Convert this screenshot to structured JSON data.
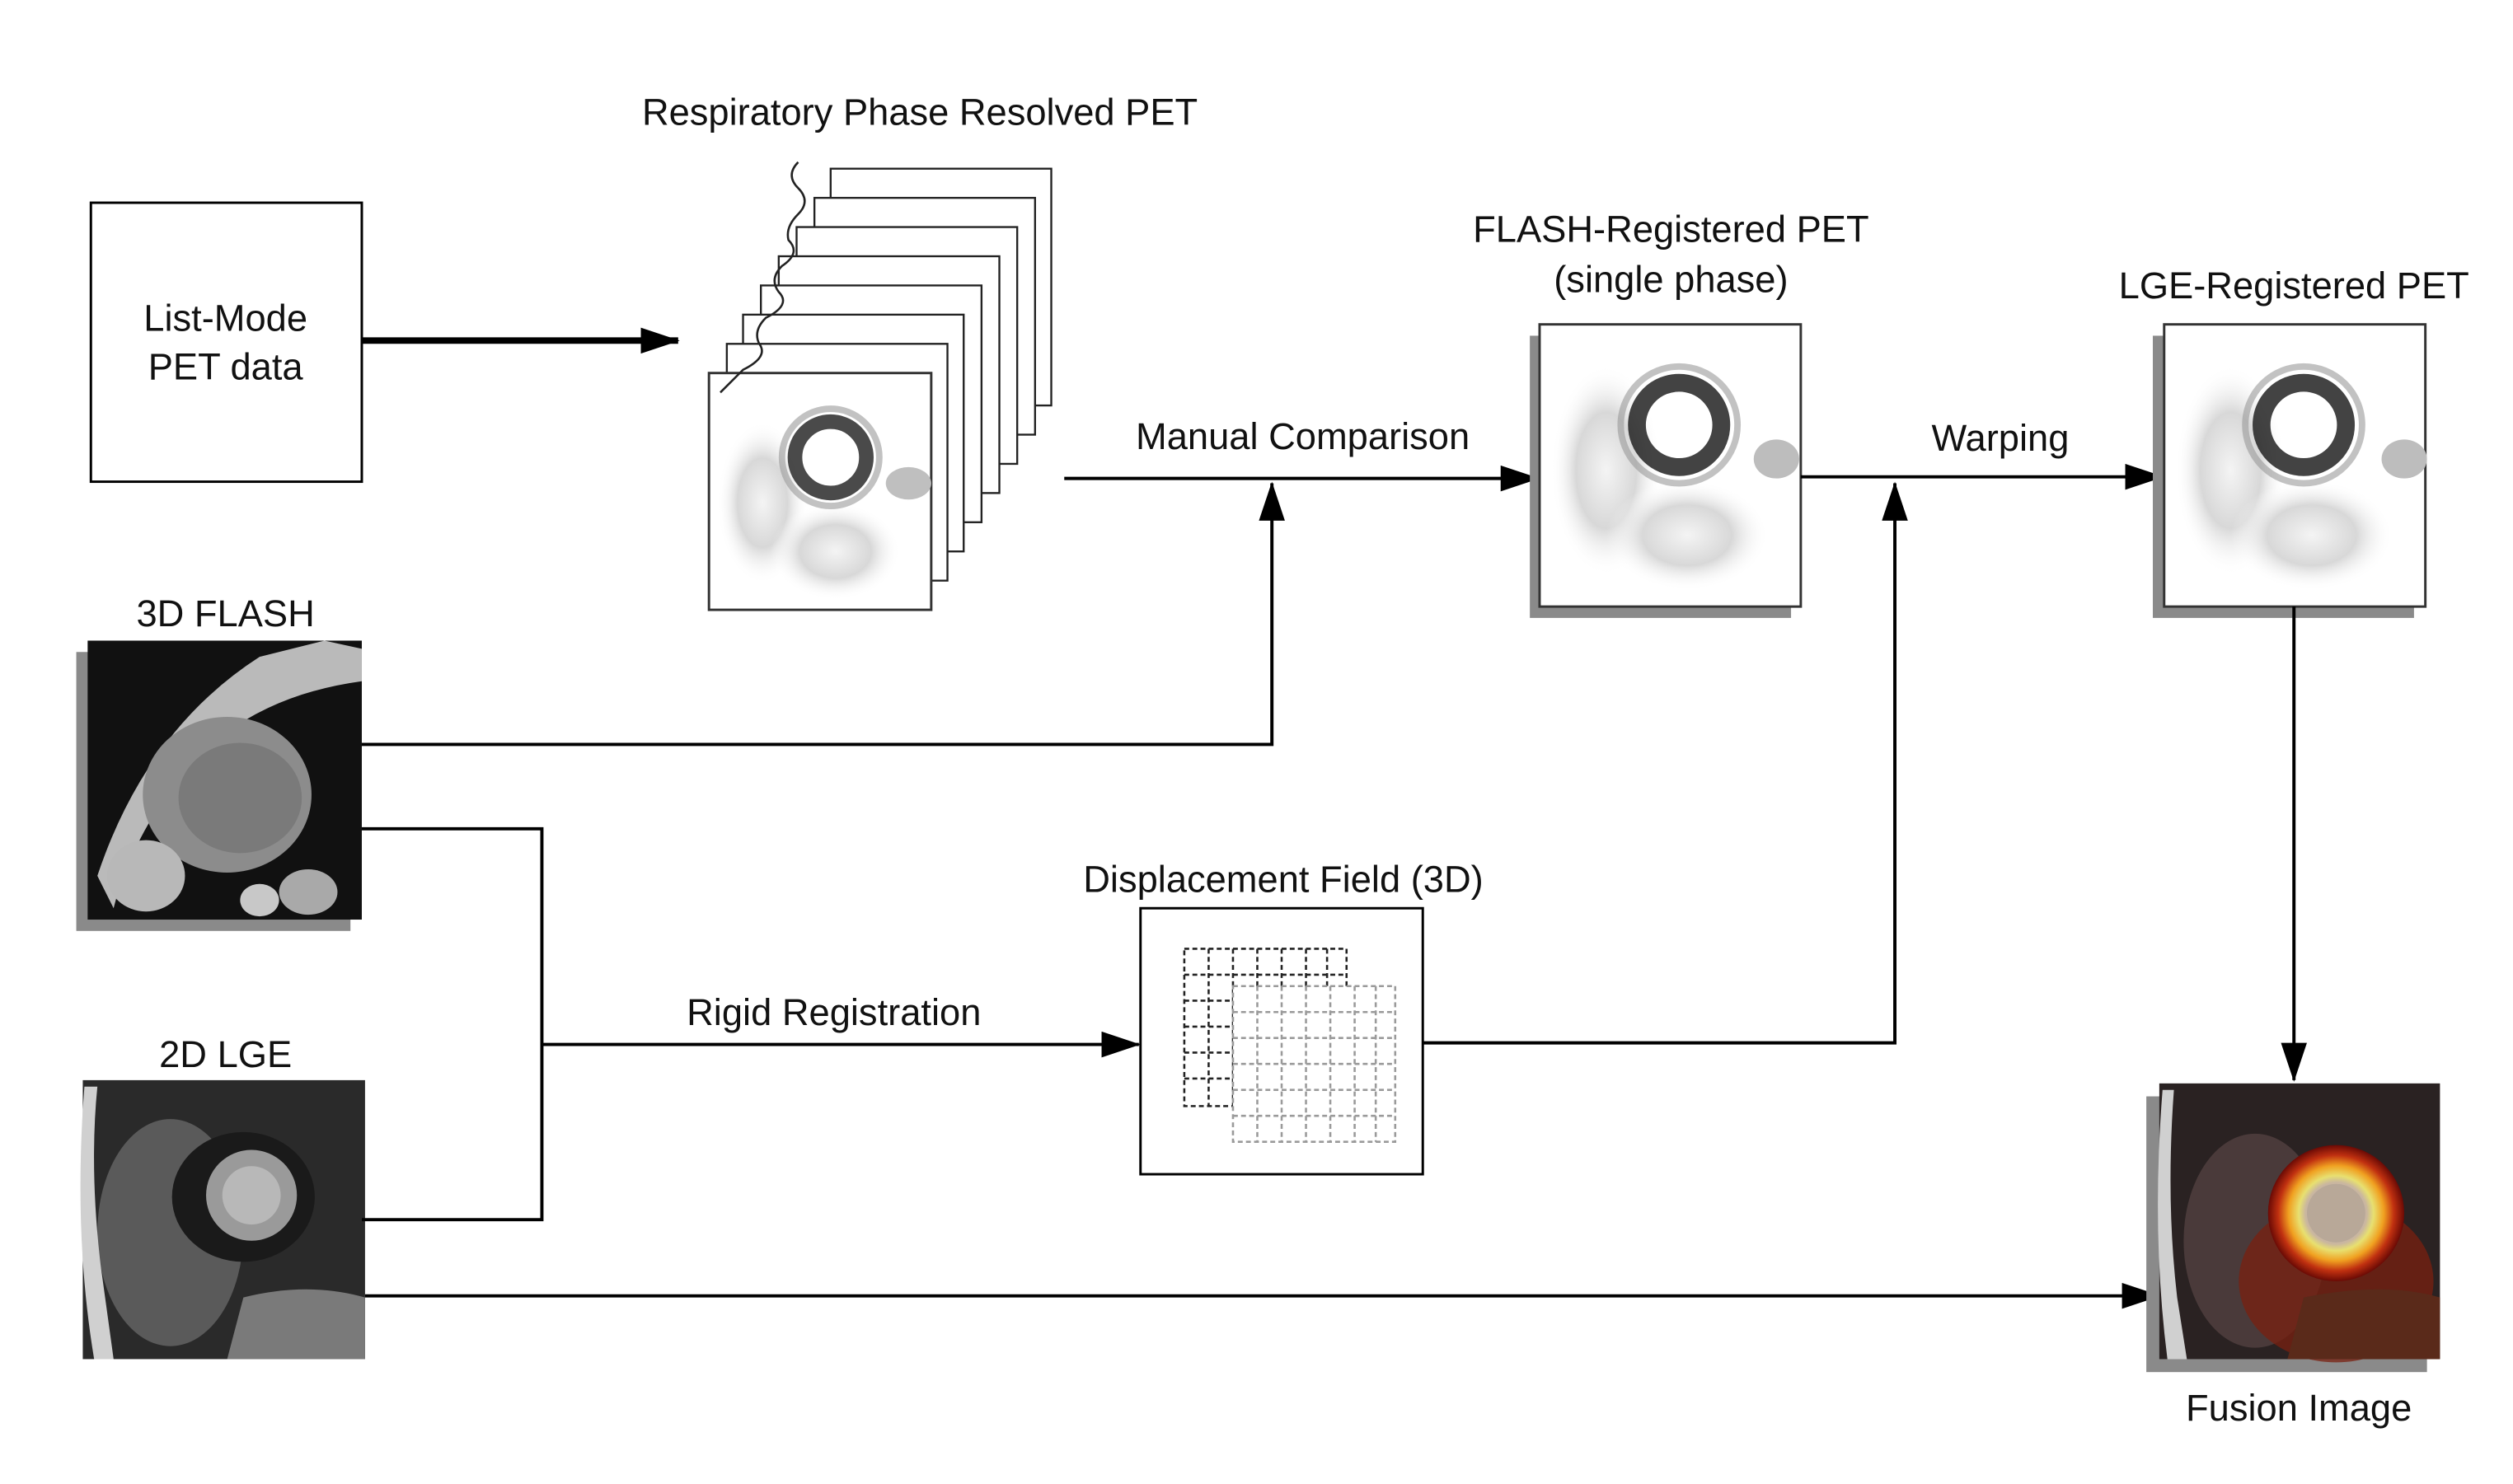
{
  "labels": {
    "list_mode_line1": "List-Mode",
    "list_mode_line2": "PET data",
    "resp_phase": "Respiratory Phase Resolved PET",
    "flash_reg_line1": "FLASH-Registered PET",
    "flash_reg_line2": "(single phase)",
    "lge_reg": "LGE-Registered PET",
    "manual_comparison": "Manual Comparison",
    "warping": "Warping",
    "flash_3d": "3D FLASH",
    "lge_2d": "2D LGE",
    "rigid_registration": "Rigid Registration",
    "displacement_field": "Displacement Field (3D)",
    "fusion_image": "Fusion Image"
  }
}
